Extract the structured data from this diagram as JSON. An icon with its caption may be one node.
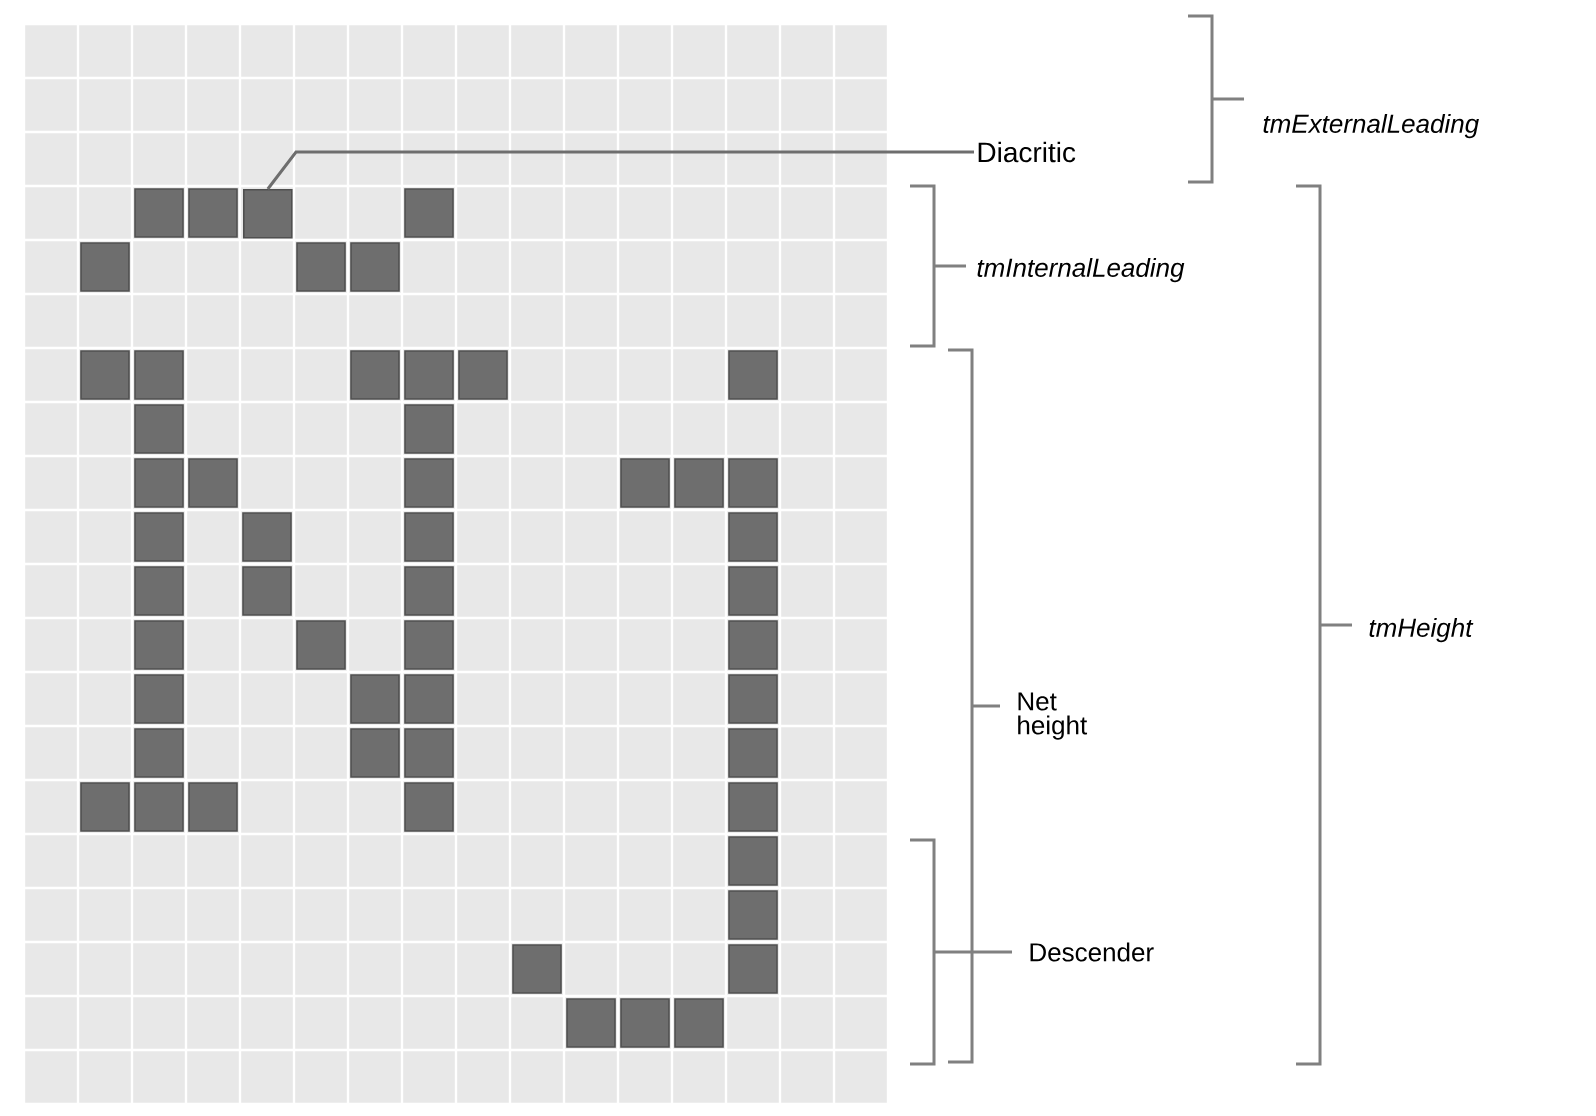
{
  "diagram": {
    "nodes": [
      {
        "text": [
          "Diacritic"
        ]
      },
      {
        "text": [],
        "shape": "box"
      }
    ],
    "edges": [
      {
        "from": 0,
        "to": 1,
        "arrow": "none"
      }
    ],
    "labels": [
      "tmExternalLeading",
      "tmInternalLeading",
      "Net height",
      "Descender",
      "tmHeight"
    ]
  }
}
